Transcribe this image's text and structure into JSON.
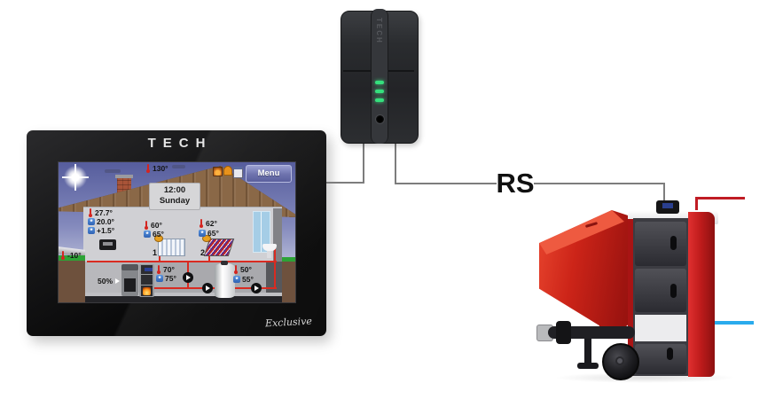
{
  "diagram": {
    "connection_label": "RS"
  },
  "panel": {
    "brand": "TECH",
    "series": "Exclusive",
    "screen": {
      "menu_label": "Menu",
      "time": "12:00",
      "day": "Sunday",
      "flue_temp": "130°",
      "outside_temp": "-10°",
      "room": {
        "current": "27.7°",
        "set": "20.0°",
        "offset": "+1.5°"
      },
      "circuit1": {
        "number": "1",
        "current": "60°",
        "set": "65°"
      },
      "circuit2": {
        "number": "2",
        "current": "62°",
        "set": "65°"
      },
      "boiler": {
        "fuel_level": "50%",
        "current": "70°",
        "set": "75°"
      },
      "hot_water": {
        "current": "50°",
        "set": "55°"
      }
    }
  },
  "module": {
    "brand": "TECH"
  },
  "colors": {
    "led_green": "#35e07d",
    "pipe_red": "#d92b21",
    "pipe_blue": "#2aabed",
    "boiler_red": "#c42018",
    "menu_accent": "#7a7fc0",
    "wire_gray": "#7d7d7d"
  }
}
